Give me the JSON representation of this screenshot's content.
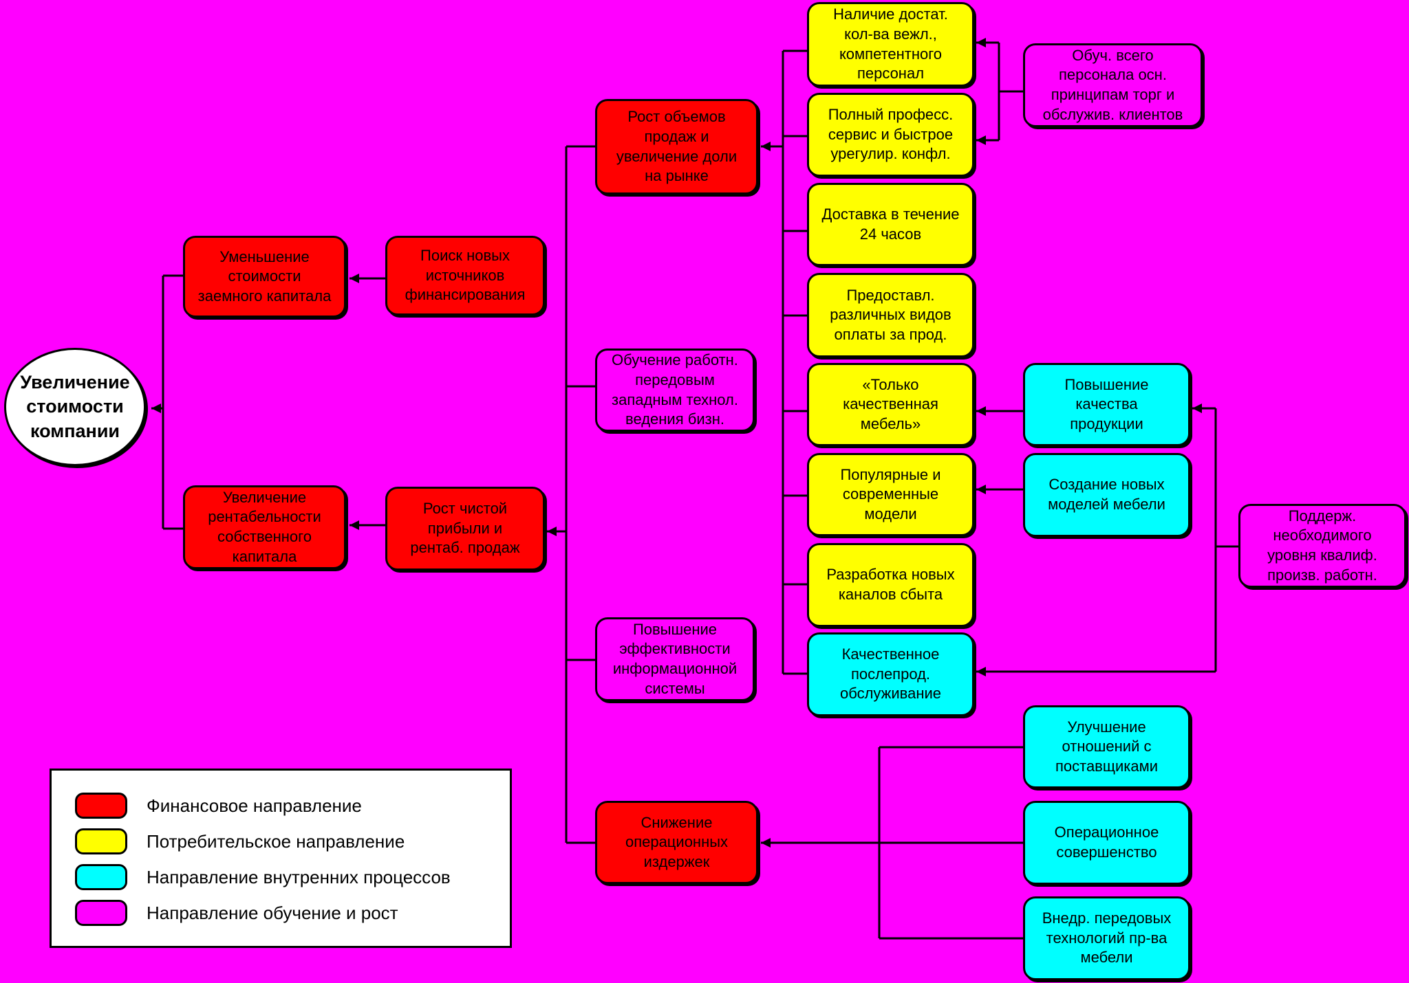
{
  "colors": {
    "background": "#FF00FF",
    "financial": "#FF0000",
    "customer": "#FFFF00",
    "internal_processes": "#00FFFF",
    "learning_growth": "#FF00FF"
  },
  "root": {
    "label": "Увеличение\nстоимости\nкомпании"
  },
  "nodes": {
    "reduce_debt_cost": "Уменьшение\nстоимости\nзаемного капитала",
    "new_funding": "Поиск новых\nисточников\nфинансирования",
    "increase_roe": "Увеличение\nрентабельности\nсобственного\nкапитала",
    "profit_growth": "Рост чистой\nприбыли и\nрентаб. продаж",
    "sales_growth": "Рост объемов\nпродаж и\nувеличение доли\nна рынке",
    "training_western": "Обучение работн.\nпередовым\nзападным технол.\nведения бизн.",
    "info_system": "Повышение\nэффективности\nинформационной\nсистемы",
    "reduce_costs": "Снижение\nоперационных\nиздержек",
    "staff_availability": "Наличие достат.\nкол-ва вежл.,\nкомпетентного\nперсонал",
    "full_service": "Полный професс.\nсервис и быстрое\nурегулир. конфл.",
    "delivery_24h": "Доставка в течение\n24 часов",
    "payment_types": "Предоставл.\nразличных видов\nоплаты за прод.",
    "quality_furniture": "«Только\nкачественная\nмебель»",
    "popular_models": "Популярные и\nсовременные\nмодели",
    "new_channels": "Разработка новых\nканалов сбыта",
    "after_sales": "Качественное\nпослепрод.\nобслуживание",
    "staff_training": "Обуч. всего\nперсонала осн.\nпринципам торг и\nобслужив. клиентов",
    "quality_improvement": "Повышение\nкачества\nпродукции",
    "new_models": "Создание новых\nмоделей мебели",
    "qualification_support": "Поддерж.\nнеобходимого\nуровня квалиф.\nпроизв. работн.",
    "supplier_relations": "Улучшение\nотношений с\nпоставщиками",
    "operational_excellence": "Операционное\nсовершенство",
    "advanced_technologies": "Внедр. передовых\nтехнологий пр-ва\nмебели"
  },
  "legend": [
    {
      "label": "Финансовое направление",
      "color": "#FF0000"
    },
    {
      "label": "Потребительское направление",
      "color": "#FFFF00"
    },
    {
      "label": "Направление внутренних процессов",
      "color": "#00FFFF"
    },
    {
      "label": "Направление обучение и рост",
      "color": "#FF00FF"
    }
  ]
}
